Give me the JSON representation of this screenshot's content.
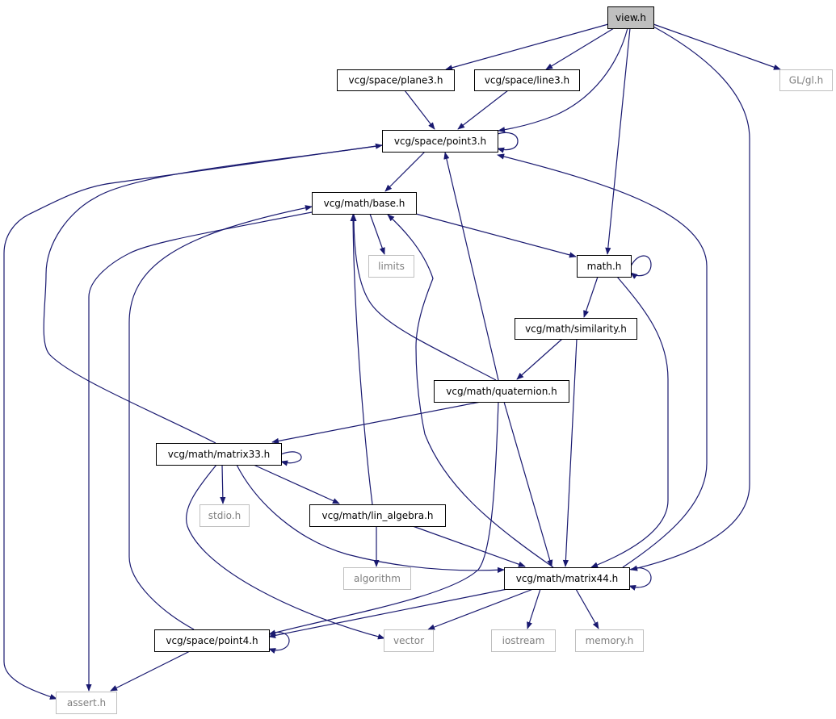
{
  "colors": {
    "edge": "#191970",
    "box_border": "#000000",
    "external_border": "#bfbfbf",
    "external_text": "#7f7f7f",
    "root_fill": "#bfbfbf",
    "text": "#000000"
  },
  "nodes": {
    "view_h": {
      "label": "view.h",
      "kind": "root"
    },
    "plane3_h": {
      "label": "vcg/space/plane3.h",
      "kind": "file"
    },
    "line3_h": {
      "label": "vcg/space/line3.h",
      "kind": "file"
    },
    "gl_h": {
      "label": "GL/gl.h",
      "kind": "external"
    },
    "point3_h": {
      "label": "vcg/space/point3.h",
      "kind": "file"
    },
    "base_h": {
      "label": "vcg/math/base.h",
      "kind": "file"
    },
    "limits": {
      "label": "limits",
      "kind": "external"
    },
    "math_h": {
      "label": "math.h",
      "kind": "file"
    },
    "similarity_h": {
      "label": "vcg/math/similarity.h",
      "kind": "file"
    },
    "quaternion_h": {
      "label": "vcg/math/quaternion.h",
      "kind": "file"
    },
    "matrix33_h": {
      "label": "vcg/math/matrix33.h",
      "kind": "file"
    },
    "stdio_h": {
      "label": "stdio.h",
      "kind": "external"
    },
    "lin_algebra_h": {
      "label": "vcg/math/lin_algebra.h",
      "kind": "file"
    },
    "algorithm": {
      "label": "algorithm",
      "kind": "external"
    },
    "matrix44_h": {
      "label": "vcg/math/matrix44.h",
      "kind": "file"
    },
    "point4_h": {
      "label": "vcg/space/point4.h",
      "kind": "file"
    },
    "vector": {
      "label": "vector",
      "kind": "external"
    },
    "iostream": {
      "label": "iostream",
      "kind": "external"
    },
    "memory_h": {
      "label": "memory.h",
      "kind": "external"
    },
    "assert_h": {
      "label": "assert.h",
      "kind": "external"
    }
  },
  "edges": [
    {
      "from": "view_h",
      "to": "plane3_h"
    },
    {
      "from": "view_h",
      "to": "line3_h"
    },
    {
      "from": "view_h",
      "to": "gl_h"
    },
    {
      "from": "view_h",
      "to": "point3_h"
    },
    {
      "from": "view_h",
      "to": "math_h"
    },
    {
      "from": "view_h",
      "to": "matrix44_h"
    },
    {
      "from": "plane3_h",
      "to": "point3_h"
    },
    {
      "from": "line3_h",
      "to": "point3_h"
    },
    {
      "from": "point3_h",
      "to": "point3_h"
    },
    {
      "from": "point3_h",
      "to": "base_h"
    },
    {
      "from": "point3_h",
      "to": "assert_h"
    },
    {
      "from": "base_h",
      "to": "limits"
    },
    {
      "from": "base_h",
      "to": "math_h"
    },
    {
      "from": "base_h",
      "to": "assert_h"
    },
    {
      "from": "math_h",
      "to": "math_h"
    },
    {
      "from": "math_h",
      "to": "similarity_h"
    },
    {
      "from": "math_h",
      "to": "matrix44_h"
    },
    {
      "from": "similarity_h",
      "to": "quaternion_h"
    },
    {
      "from": "similarity_h",
      "to": "matrix44_h"
    },
    {
      "from": "quaternion_h",
      "to": "base_h"
    },
    {
      "from": "quaternion_h",
      "to": "point3_h"
    },
    {
      "from": "quaternion_h",
      "to": "matrix33_h"
    },
    {
      "from": "quaternion_h",
      "to": "matrix44_h"
    },
    {
      "from": "quaternion_h",
      "to": "point4_h"
    },
    {
      "from": "matrix33_h",
      "to": "matrix33_h"
    },
    {
      "from": "matrix33_h",
      "to": "point3_h"
    },
    {
      "from": "matrix33_h",
      "to": "stdio_h"
    },
    {
      "from": "matrix33_h",
      "to": "lin_algebra_h"
    },
    {
      "from": "matrix33_h",
      "to": "matrix44_h"
    },
    {
      "from": "matrix33_h",
      "to": "vector"
    },
    {
      "from": "lin_algebra_h",
      "to": "base_h"
    },
    {
      "from": "lin_algebra_h",
      "to": "algorithm"
    },
    {
      "from": "lin_algebra_h",
      "to": "matrix44_h"
    },
    {
      "from": "matrix44_h",
      "to": "matrix44_h"
    },
    {
      "from": "matrix44_h",
      "to": "base_h"
    },
    {
      "from": "matrix44_h",
      "to": "point3_h"
    },
    {
      "from": "matrix44_h",
      "to": "point4_h"
    },
    {
      "from": "matrix44_h",
      "to": "vector"
    },
    {
      "from": "matrix44_h",
      "to": "iostream"
    },
    {
      "from": "matrix44_h",
      "to": "memory_h"
    },
    {
      "from": "point4_h",
      "to": "point4_h"
    },
    {
      "from": "point4_h",
      "to": "base_h"
    },
    {
      "from": "point4_h",
      "to": "assert_h"
    }
  ]
}
